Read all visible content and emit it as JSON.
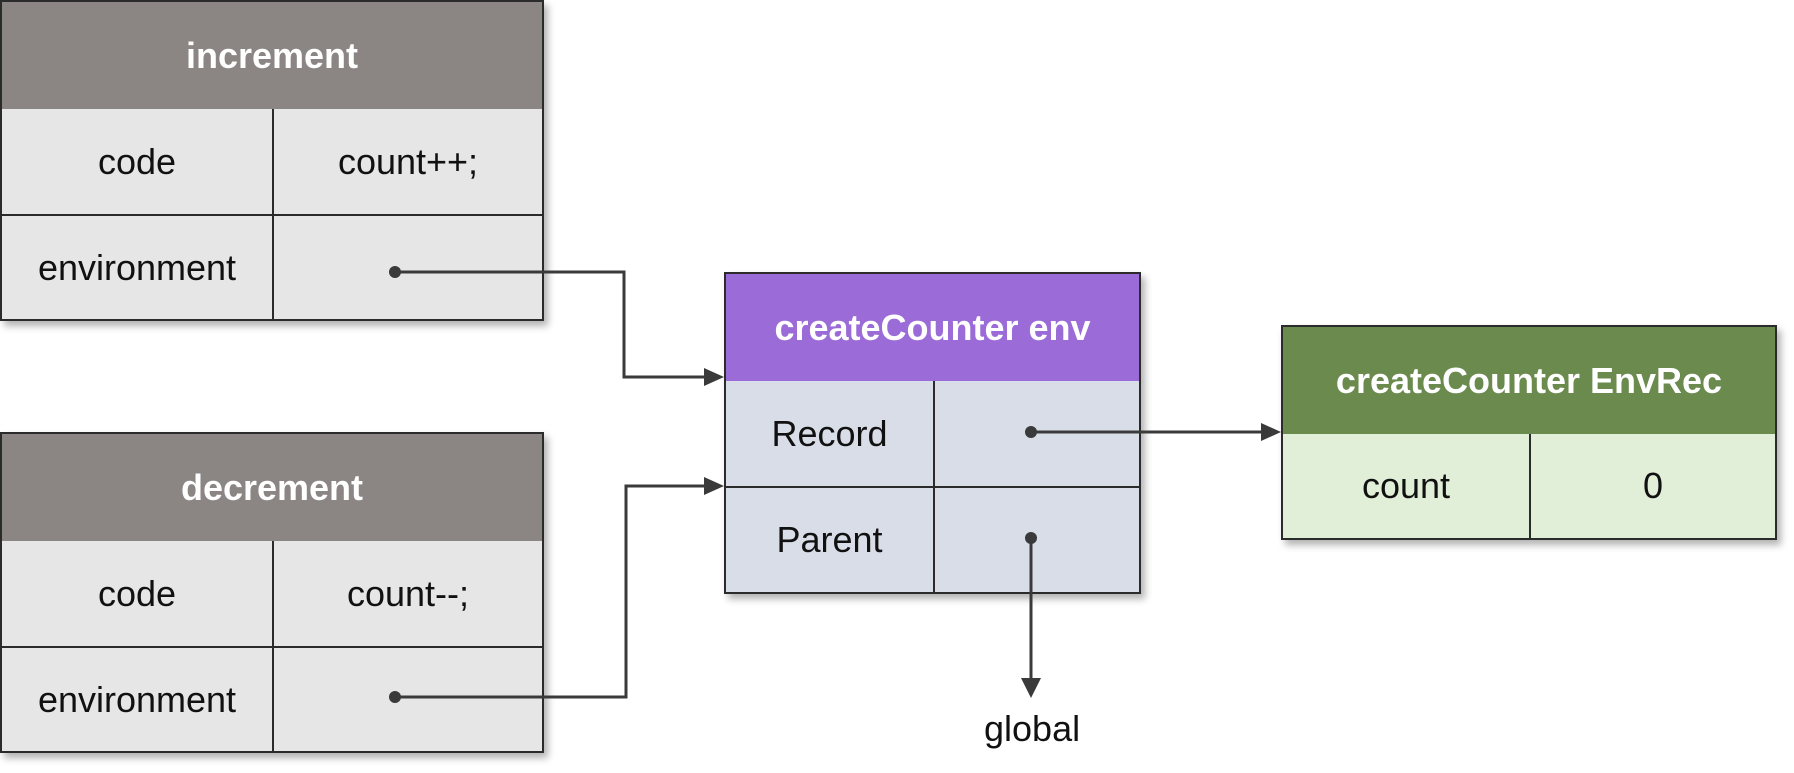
{
  "increment": {
    "title": "increment",
    "rows": [
      {
        "key": "code",
        "value": "count++;"
      },
      {
        "key": "environment",
        "value": ""
      }
    ]
  },
  "decrement": {
    "title": "decrement",
    "rows": [
      {
        "key": "code",
        "value": "count--;"
      },
      {
        "key": "environment",
        "value": ""
      }
    ]
  },
  "env": {
    "title": "createCounter env",
    "rows": [
      {
        "key": "Record",
        "value": ""
      },
      {
        "key": "Parent",
        "value": ""
      }
    ]
  },
  "env_record": {
    "title": "createCounter EnvRec",
    "rows": [
      {
        "key": "count",
        "value": "0"
      }
    ]
  },
  "global_label": "global",
  "colors": {
    "function_header": "#8b8684",
    "function_cell": "#e6e6e6",
    "env_header": "#9b6bd8",
    "env_cell": "#d8dde7",
    "record_header": "#6a8a4e",
    "record_cell": "#e2efd8",
    "arrow": "#3a3a3a"
  }
}
